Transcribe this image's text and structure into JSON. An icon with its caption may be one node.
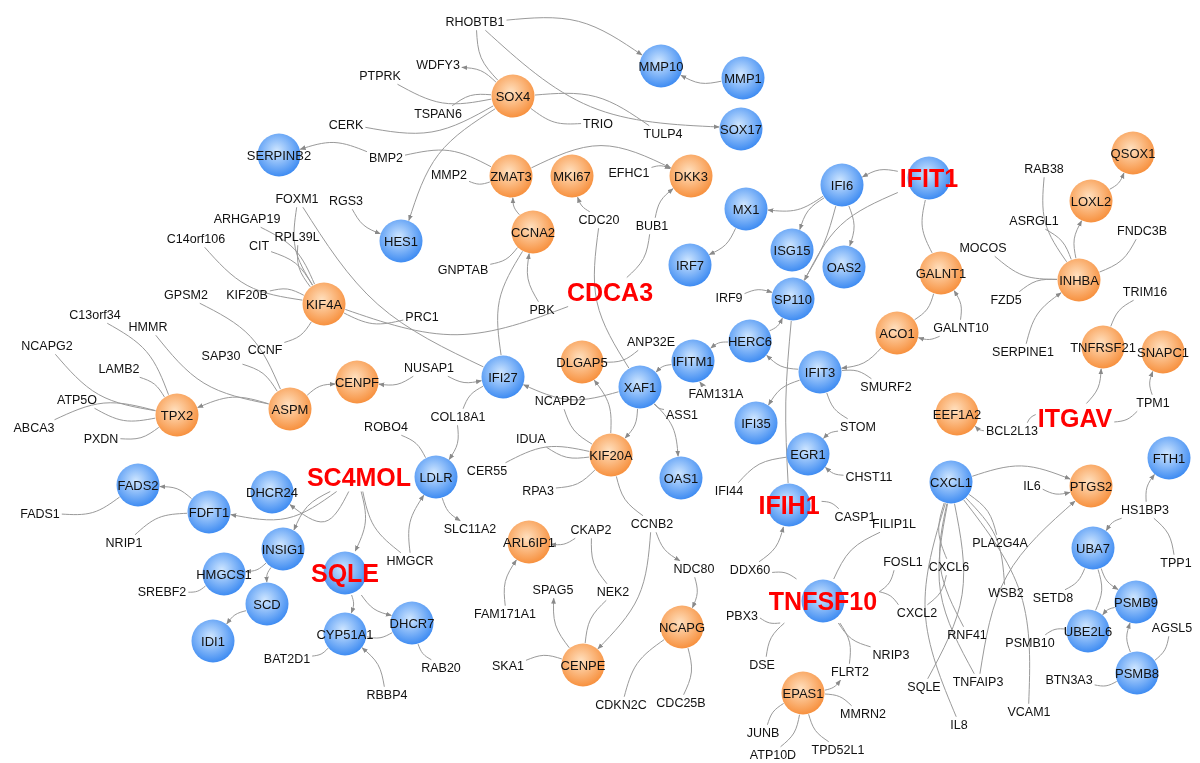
{
  "diagram": {
    "nodes": [
      {
        "text": [
          "RHOBTB1"
        ]
      },
      {
        "text": [
          "MMP10"
        ]
      },
      {
        "text": [
          "MMP1"
        ]
      },
      {
        "text": [
          "SOX17"
        ]
      },
      {
        "text": [
          "WDFY3"
        ]
      },
      {
        "text": [
          "PTPRK"
        ]
      },
      {
        "text": [
          "SOX4"
        ]
      },
      {
        "text": [
          "TSPAN6"
        ]
      },
      {
        "text": [
          "CERK"
        ]
      },
      {
        "text": [
          "TRIO"
        ]
      },
      {
        "text": [
          "TULP4"
        ]
      },
      {
        "text": [
          "SERPINB2"
        ]
      },
      {
        "text": [
          "BMP2"
        ]
      },
      {
        "text": [
          "MMP2"
        ]
      },
      {
        "text": [
          "ZMAT3"
        ]
      },
      {
        "text": [
          "MKI67"
        ]
      },
      {
        "text": [
          "EFHC1"
        ]
      },
      {
        "text": [
          "DKK3"
        ]
      },
      {
        "text": [
          "IFIT1"
        ]
      },
      {
        "text": [
          "IFI6"
        ]
      },
      {
        "text": [
          "FOXM1"
        ]
      },
      {
        "text": [
          "RGS3"
        ]
      },
      {
        "text": [
          "MX1"
        ]
      },
      {
        "text": [
          "ARHGAP19"
        ]
      },
      {
        "text": [
          "CDC20"
        ]
      },
      {
        "text": [
          "BUB1"
        ]
      },
      {
        "text": [
          "CCNA2"
        ]
      },
      {
        "text": [
          "RPL39L"
        ]
      },
      {
        "text": [
          "C14orf106"
        ]
      },
      {
        "text": [
          "HES1"
        ]
      },
      {
        "text": [
          "CIT"
        ]
      },
      {
        "text": [
          "ISG15"
        ]
      },
      {
        "text": [
          "IRF7"
        ]
      },
      {
        "text": [
          "OAS2"
        ]
      },
      {
        "text": [
          "GNPTAB"
        ]
      },
      {
        "text": [
          "GALNT1"
        ]
      },
      {
        "text": [
          "CDCA3"
        ]
      },
      {
        "text": [
          "IRF9"
        ]
      },
      {
        "text": [
          "SP110"
        ]
      },
      {
        "text": [
          "KIF20B"
        ]
      },
      {
        "text": [
          "GPSM2"
        ]
      },
      {
        "text": [
          "KIF4A"
        ]
      },
      {
        "text": [
          "PBK"
        ]
      },
      {
        "text": [
          "C13orf34"
        ]
      },
      {
        "text": [
          "PRC1"
        ]
      },
      {
        "text": [
          "HMMR"
        ]
      },
      {
        "text": [
          "ACO1"
        ]
      },
      {
        "text": [
          "ANP32E"
        ]
      },
      {
        "text": [
          "HERC6"
        ]
      },
      {
        "text": [
          "NCAPG2"
        ]
      },
      {
        "text": [
          "CCNF"
        ]
      },
      {
        "text": [
          "SAP30"
        ]
      },
      {
        "text": [
          "DLGAP5"
        ]
      },
      {
        "text": [
          "IFITM1"
        ]
      },
      {
        "text": [
          "NUSAP1"
        ]
      },
      {
        "text": [
          "LAMB2"
        ]
      },
      {
        "text": [
          "IFIT3"
        ]
      },
      {
        "text": [
          "IFI27"
        ]
      },
      {
        "text": [
          "CENPF"
        ]
      },
      {
        "text": [
          "XAF1"
        ]
      },
      {
        "text": [
          "FAM131A"
        ]
      },
      {
        "text": [
          "SMURF2"
        ]
      },
      {
        "text": [
          "ATP5O"
        ]
      },
      {
        "text": [
          "ASPM"
        ]
      },
      {
        "text": [
          "TPX2"
        ]
      },
      {
        "text": [
          "EEF1A2"
        ]
      },
      {
        "text": [
          "NCAPD2"
        ]
      },
      {
        "text": [
          "COL18A1"
        ]
      },
      {
        "text": [
          "ASS1"
        ]
      },
      {
        "text": [
          "IFI35"
        ]
      },
      {
        "text": [
          "ROBO4"
        ]
      },
      {
        "text": [
          "STOM"
        ]
      },
      {
        "text": [
          "ABCA3"
        ]
      },
      {
        "text": [
          "PXDN"
        ]
      },
      {
        "text": [
          "IDUA"
        ]
      },
      {
        "text": [
          "KIF20A"
        ]
      },
      {
        "text": [
          "EGR1"
        ]
      },
      {
        "text": [
          "CER55"
        ]
      },
      {
        "text": [
          "SC4MOL"
        ]
      },
      {
        "text": [
          "LDLR"
        ]
      },
      {
        "text": [
          "CHST11"
        ]
      },
      {
        "text": [
          "OAS1"
        ]
      },
      {
        "text": [
          "DHCR24"
        ]
      },
      {
        "text": [
          "FADS2"
        ]
      },
      {
        "text": [
          "IFI44"
        ]
      },
      {
        "text": [
          "RPA3"
        ]
      },
      {
        "text": [
          "IFIH1"
        ]
      },
      {
        "text": [
          "FDFT1"
        ]
      },
      {
        "text": [
          "FADS1"
        ]
      },
      {
        "text": [
          "CASP1"
        ]
      },
      {
        "text": [
          "FILIP1L"
        ]
      },
      {
        "text": [
          "CCNB2"
        ]
      },
      {
        "text": [
          "SLC11A2"
        ]
      },
      {
        "text": [
          "CKAP2"
        ]
      },
      {
        "text": [
          "ARL6IP1"
        ]
      },
      {
        "text": [
          "NRIP1"
        ]
      },
      {
        "text": [
          "INSIG1"
        ]
      },
      {
        "text": [
          "SQLE"
        ]
      },
      {
        "text": [
          "HMGCR"
        ]
      },
      {
        "text": [
          "HMGCS1"
        ]
      },
      {
        "text": [
          "DDX60"
        ]
      },
      {
        "text": [
          "NDC80"
        ]
      },
      {
        "text": [
          "SREBF2"
        ]
      },
      {
        "text": [
          "SPAG5"
        ]
      },
      {
        "text": [
          "NEK2"
        ]
      },
      {
        "text": [
          "SCD"
        ]
      },
      {
        "text": [
          "TNFSF10"
        ]
      },
      {
        "text": [
          "DHCR7"
        ]
      },
      {
        "text": [
          "FAM171A1"
        ]
      },
      {
        "text": [
          "PBX3"
        ]
      },
      {
        "text": [
          "NCAPG"
        ]
      },
      {
        "text": [
          "CYP51A1"
        ]
      },
      {
        "text": [
          "IDI1"
        ]
      },
      {
        "text": [
          "BAT2D1"
        ]
      },
      {
        "text": [
          "CENPE"
        ]
      },
      {
        "text": [
          "SKA1"
        ]
      },
      {
        "text": [
          "RAB20"
        ]
      },
      {
        "text": [
          "DSE"
        ]
      },
      {
        "text": [
          "FLRT2"
        ]
      },
      {
        "text": [
          "NRIP3"
        ]
      },
      {
        "text": [
          "EPAS1"
        ]
      },
      {
        "text": [
          "RBBP4"
        ]
      },
      {
        "text": [
          "CDKN2C"
        ]
      },
      {
        "text": [
          "CDC25B"
        ]
      },
      {
        "text": [
          "MMRN2"
        ]
      },
      {
        "text": [
          "JUNB"
        ]
      },
      {
        "text": [
          "TPD52L1"
        ]
      },
      {
        "text": [
          "ATP10D"
        ]
      },
      {
        "text": [
          "RAB38"
        ]
      },
      {
        "text": [
          "QSOX1"
        ]
      },
      {
        "text": [
          "LOXL2"
        ]
      },
      {
        "text": [
          "ASRGL1"
        ]
      },
      {
        "text": [
          "FNDC3B"
        ]
      },
      {
        "text": [
          "MOCOS"
        ]
      },
      {
        "text": [
          "INHBA"
        ]
      },
      {
        "text": [
          "TRIM16"
        ]
      },
      {
        "text": [
          "FZD5"
        ]
      },
      {
        "text": [
          "GALNT10"
        ]
      },
      {
        "text": [
          "TNFRSF21"
        ]
      },
      {
        "text": [
          "SNAPC1"
        ]
      },
      {
        "text": [
          "SERPINE1"
        ]
      },
      {
        "text": [
          "TPM1"
        ]
      },
      {
        "text": [
          "ITGAV"
        ]
      },
      {
        "text": [
          "BCL2L13"
        ]
      },
      {
        "text": [
          "FTH1"
        ]
      },
      {
        "text": [
          "CXCL1"
        ]
      },
      {
        "text": [
          "IL6"
        ]
      },
      {
        "text": [
          "PTGS2"
        ]
      },
      {
        "text": [
          "HS1BP3"
        ]
      },
      {
        "text": [
          "PLA2G4A"
        ]
      },
      {
        "text": [
          "UBA7"
        ]
      },
      {
        "text": [
          "FOSL1"
        ]
      },
      {
        "text": [
          "CXCL6"
        ]
      },
      {
        "text": [
          "TPP1"
        ]
      },
      {
        "text": [
          "WSB2"
        ]
      },
      {
        "text": [
          "SETD8"
        ]
      },
      {
        "text": [
          "PSMB9"
        ]
      },
      {
        "text": [
          "CXCL2"
        ]
      },
      {
        "text": [
          "UBE2L6"
        ]
      },
      {
        "text": [
          "RNF41"
        ]
      },
      {
        "text": [
          "PSMB10"
        ]
      },
      {
        "text": [
          "AGSL5"
        ]
      },
      {
        "text": [
          "PSMB8"
        ]
      },
      {
        "text": [
          "SQLE"
        ]
      },
      {
        "text": [
          "TNFAIP3"
        ]
      },
      {
        "text": [
          "BTN3A3"
        ]
      },
      {
        "text": [
          "VCAM1"
        ]
      },
      {
        "text": [
          "IL8"
        ]
      }
    ],
    "edges": [
      {
        "from": 6,
        "to": 0,
        "arrow": "none"
      },
      {
        "from": 6,
        "to": 4,
        "arrow": "to"
      },
      {
        "from": 6,
        "to": 5,
        "arrow": "none"
      },
      {
        "from": 6,
        "to": 7,
        "arrow": "none"
      },
      {
        "from": 6,
        "to": 8,
        "arrow": "none"
      },
      {
        "from": 6,
        "to": 9,
        "arrow": "none"
      },
      {
        "from": 6,
        "to": 10,
        "arrow": "none"
      },
      {
        "from": 6,
        "to": 29,
        "arrow": "to"
      },
      {
        "from": 0,
        "to": 1,
        "arrow": "to"
      },
      {
        "from": 0,
        "to": 3,
        "arrow": "to"
      },
      {
        "from": 2,
        "to": 1,
        "arrow": "to"
      },
      {
        "from": 12,
        "to": 11,
        "arrow": "to"
      },
      {
        "from": 12,
        "to": 14,
        "arrow": "none"
      },
      {
        "from": 13,
        "to": 14,
        "arrow": "none"
      },
      {
        "from": 14,
        "to": 17,
        "arrow": "to"
      },
      {
        "from": 21,
        "to": 29,
        "arrow": "to"
      },
      {
        "from": 26,
        "to": 14,
        "arrow": "to"
      },
      {
        "from": 34,
        "to": 26,
        "arrow": "none"
      },
      {
        "from": 42,
        "to": 26,
        "arrow": "to"
      },
      {
        "from": 26,
        "to": 57,
        "arrow": "none"
      },
      {
        "from": 24,
        "to": 15,
        "arrow": "to"
      },
      {
        "from": 24,
        "to": 59,
        "arrow": "none"
      },
      {
        "from": 25,
        "to": 17,
        "arrow": "to"
      },
      {
        "from": 36,
        "to": 25,
        "arrow": "none"
      },
      {
        "from": 16,
        "to": 17,
        "arrow": "to"
      },
      {
        "from": 41,
        "to": 36,
        "arrow": "none"
      },
      {
        "from": 41,
        "to": 20,
        "arrow": "none"
      },
      {
        "from": 41,
        "to": 23,
        "arrow": "none"
      },
      {
        "from": 41,
        "to": 28,
        "arrow": "none"
      },
      {
        "from": 41,
        "to": 30,
        "arrow": "none"
      },
      {
        "from": 41,
        "to": 27,
        "arrow": "none"
      },
      {
        "from": 41,
        "to": 39,
        "arrow": "none"
      },
      {
        "from": 41,
        "to": 50,
        "arrow": "none"
      },
      {
        "from": 41,
        "to": 44,
        "arrow": "none"
      },
      {
        "from": 20,
        "to": 57,
        "arrow": "none"
      },
      {
        "from": 63,
        "to": 40,
        "arrow": "none"
      },
      {
        "from": 63,
        "to": 45,
        "arrow": "none"
      },
      {
        "from": 63,
        "to": 51,
        "arrow": "none"
      },
      {
        "from": 63,
        "to": 58,
        "arrow": "to"
      },
      {
        "from": 63,
        "to": 64,
        "arrow": "to"
      },
      {
        "from": 64,
        "to": 49,
        "arrow": "none"
      },
      {
        "from": 64,
        "to": 55,
        "arrow": "none"
      },
      {
        "from": 64,
        "to": 62,
        "arrow": "none"
      },
      {
        "from": 64,
        "to": 72,
        "arrow": "none"
      },
      {
        "from": 64,
        "to": 73,
        "arrow": "none"
      },
      {
        "from": 64,
        "to": 43,
        "arrow": "none"
      },
      {
        "from": 54,
        "to": 58,
        "arrow": "to"
      },
      {
        "from": 54,
        "to": 57,
        "arrow": "to"
      },
      {
        "from": 59,
        "to": 57,
        "arrow": "to"
      },
      {
        "from": 57,
        "to": 67,
        "arrow": "none"
      },
      {
        "from": 67,
        "to": 79,
        "arrow": "to"
      },
      {
        "from": 52,
        "to": 47,
        "arrow": "none"
      },
      {
        "from": 75,
        "to": 66,
        "arrow": "none"
      },
      {
        "from": 75,
        "to": 52,
        "arrow": "to"
      },
      {
        "from": 75,
        "to": 74,
        "arrow": "none"
      },
      {
        "from": 75,
        "to": 77,
        "arrow": "none"
      },
      {
        "from": 75,
        "to": 85,
        "arrow": "none"
      },
      {
        "from": 75,
        "to": 91,
        "arrow": "none"
      },
      {
        "from": 59,
        "to": 75,
        "arrow": "to"
      },
      {
        "from": 59,
        "to": 68,
        "arrow": "none"
      },
      {
        "from": 59,
        "to": 81,
        "arrow": "to"
      },
      {
        "from": 53,
        "to": 59,
        "arrow": "to"
      },
      {
        "from": 60,
        "to": 53,
        "arrow": "to"
      },
      {
        "from": 48,
        "to": 53,
        "arrow": "to"
      },
      {
        "from": 37,
        "to": 38,
        "arrow": "to"
      },
      {
        "from": 48,
        "to": 38,
        "arrow": "to"
      },
      {
        "from": 38,
        "to": 86,
        "arrow": "none"
      },
      {
        "from": 18,
        "to": 19,
        "arrow": "to"
      },
      {
        "from": 18,
        "to": 38,
        "arrow": "to"
      },
      {
        "from": 18,
        "to": 35,
        "arrow": "none"
      },
      {
        "from": 19,
        "to": 22,
        "arrow": "to"
      },
      {
        "from": 19,
        "to": 31,
        "arrow": "to"
      },
      {
        "from": 19,
        "to": 33,
        "arrow": "to"
      },
      {
        "from": 19,
        "to": 38,
        "arrow": "none"
      },
      {
        "from": 22,
        "to": 32,
        "arrow": "to"
      },
      {
        "from": 46,
        "to": 35,
        "arrow": "none"
      },
      {
        "from": 46,
        "to": 56,
        "arrow": "to"
      },
      {
        "from": 137,
        "to": 35,
        "arrow": "to"
      },
      {
        "from": 137,
        "to": 46,
        "arrow": "to"
      },
      {
        "from": 56,
        "to": 69,
        "arrow": "to"
      },
      {
        "from": 56,
        "to": 48,
        "arrow": "to"
      },
      {
        "from": 56,
        "to": 71,
        "arrow": "none"
      },
      {
        "from": 56,
        "to": 61,
        "arrow": "none"
      },
      {
        "from": 71,
        "to": 76,
        "arrow": "to"
      },
      {
        "from": 80,
        "to": 76,
        "arrow": "to"
      },
      {
        "from": 76,
        "to": 84,
        "arrow": "none"
      },
      {
        "from": 86,
        "to": 89,
        "arrow": "none"
      },
      {
        "from": 100,
        "to": 86,
        "arrow": "to"
      },
      {
        "from": 134,
        "to": 133,
        "arrow": "none"
      },
      {
        "from": 134,
        "to": 136,
        "arrow": "none"
      },
      {
        "from": 134,
        "to": 128,
        "arrow": "none"
      },
      {
        "from": 134,
        "to": 131,
        "arrow": "none"
      },
      {
        "from": 134,
        "to": 130,
        "arrow": "to"
      },
      {
        "from": 134,
        "to": 132,
        "arrow": "none"
      },
      {
        "from": 140,
        "to": 134,
        "arrow": "to"
      },
      {
        "from": 130,
        "to": 129,
        "arrow": "to"
      },
      {
        "from": 138,
        "to": 135,
        "arrow": "none"
      },
      {
        "from": 142,
        "to": 138,
        "arrow": "to"
      },
      {
        "from": 141,
        "to": 139,
        "arrow": "to"
      },
      {
        "from": 142,
        "to": 141,
        "arrow": "none"
      },
      {
        "from": 143,
        "to": 65,
        "arrow": "to"
      },
      {
        "from": 142,
        "to": 143,
        "arrow": "none"
      },
      {
        "from": 145,
        "to": 147,
        "arrow": "to"
      },
      {
        "from": 146,
        "to": 147,
        "arrow": "to"
      },
      {
        "from": 145,
        "to": 149,
        "arrow": "none"
      },
      {
        "from": 145,
        "to": 152,
        "arrow": "none"
      },
      {
        "from": 145,
        "to": 154,
        "arrow": "none"
      },
      {
        "from": 145,
        "to": 159,
        "arrow": "none"
      },
      {
        "from": 145,
        "to": 163,
        "arrow": "none"
      },
      {
        "from": 145,
        "to": 164,
        "arrow": "none"
      },
      {
        "from": 145,
        "to": 166,
        "arrow": "none"
      },
      {
        "from": 145,
        "to": 167,
        "arrow": "none"
      },
      {
        "from": 164,
        "to": 147,
        "arrow": "to"
      },
      {
        "from": 148,
        "to": 150,
        "arrow": "to"
      },
      {
        "from": 148,
        "to": 144,
        "arrow": "to"
      },
      {
        "from": 153,
        "to": 148,
        "arrow": "none"
      },
      {
        "from": 150,
        "to": 155,
        "arrow": "none"
      },
      {
        "from": 150,
        "to": 156,
        "arrow": "to"
      },
      {
        "from": 150,
        "to": 158,
        "arrow": "none"
      },
      {
        "from": 156,
        "to": 158,
        "arrow": "to"
      },
      {
        "from": 162,
        "to": 156,
        "arrow": "to"
      },
      {
        "from": 162,
        "to": 161,
        "arrow": "none"
      },
      {
        "from": 162,
        "to": 165,
        "arrow": "none"
      },
      {
        "from": 158,
        "to": 160,
        "arrow": "none"
      },
      {
        "from": 106,
        "to": 90,
        "arrow": "none"
      },
      {
        "from": 106,
        "to": 151,
        "arrow": "none"
      },
      {
        "from": 106,
        "to": 157,
        "arrow": "none"
      },
      {
        "from": 106,
        "to": 119,
        "arrow": "none"
      },
      {
        "from": 106,
        "to": 118,
        "arrow": "none"
      },
      {
        "from": 106,
        "to": 117,
        "arrow": "none"
      },
      {
        "from": 106,
        "to": 109,
        "arrow": "none"
      },
      {
        "from": 106,
        "to": 100,
        "arrow": "none"
      },
      {
        "from": 152,
        "to": 157,
        "arrow": "none"
      },
      {
        "from": 120,
        "to": 118,
        "arrow": "to"
      },
      {
        "from": 120,
        "to": 124,
        "arrow": "none"
      },
      {
        "from": 120,
        "to": 125,
        "arrow": "none"
      },
      {
        "from": 120,
        "to": 127,
        "arrow": "none"
      },
      {
        "from": 120,
        "to": 126,
        "arrow": "none"
      },
      {
        "from": 101,
        "to": 110,
        "arrow": "to"
      },
      {
        "from": 110,
        "to": 122,
        "arrow": "none"
      },
      {
        "from": 110,
        "to": 123,
        "arrow": "none"
      },
      {
        "from": 91,
        "to": 101,
        "arrow": "to"
      },
      {
        "from": 91,
        "to": 114,
        "arrow": "to"
      },
      {
        "from": 104,
        "to": 114,
        "arrow": "none"
      },
      {
        "from": 114,
        "to": 103,
        "arrow": "to"
      },
      {
        "from": 114,
        "to": 115,
        "arrow": "none"
      },
      {
        "from": 93,
        "to": 94,
        "arrow": "to"
      },
      {
        "from": 93,
        "to": 104,
        "arrow": "none"
      },
      {
        "from": 108,
        "to": 94,
        "arrow": "to"
      },
      {
        "from": 78,
        "to": 82,
        "arrow": "to"
      },
      {
        "from": 78,
        "to": 87,
        "arrow": "to"
      },
      {
        "from": 78,
        "to": 96,
        "arrow": "to"
      },
      {
        "from": 78,
        "to": 97,
        "arrow": "to"
      },
      {
        "from": 78,
        "to": 98,
        "arrow": "none"
      },
      {
        "from": 98,
        "to": 79,
        "arrow": "to"
      },
      {
        "from": 79,
        "to": 92,
        "arrow": "to"
      },
      {
        "from": 70,
        "to": 79,
        "arrow": "none"
      },
      {
        "from": 87,
        "to": 83,
        "arrow": "to"
      },
      {
        "from": 83,
        "to": 88,
        "arrow": "none"
      },
      {
        "from": 87,
        "to": 95,
        "arrow": "none"
      },
      {
        "from": 96,
        "to": 99,
        "arrow": "to"
      },
      {
        "from": 96,
        "to": 105,
        "arrow": "to"
      },
      {
        "from": 99,
        "to": 102,
        "arrow": "none"
      },
      {
        "from": 105,
        "to": 112,
        "arrow": "to"
      },
      {
        "from": 97,
        "to": 111,
        "arrow": "to"
      },
      {
        "from": 97,
        "to": 107,
        "arrow": "to"
      },
      {
        "from": 107,
        "to": 111,
        "arrow": "none"
      },
      {
        "from": 107,
        "to": 116,
        "arrow": "none"
      },
      {
        "from": 111,
        "to": 113,
        "arrow": "none"
      },
      {
        "from": 121,
        "to": 111,
        "arrow": "to"
      }
    ]
  }
}
